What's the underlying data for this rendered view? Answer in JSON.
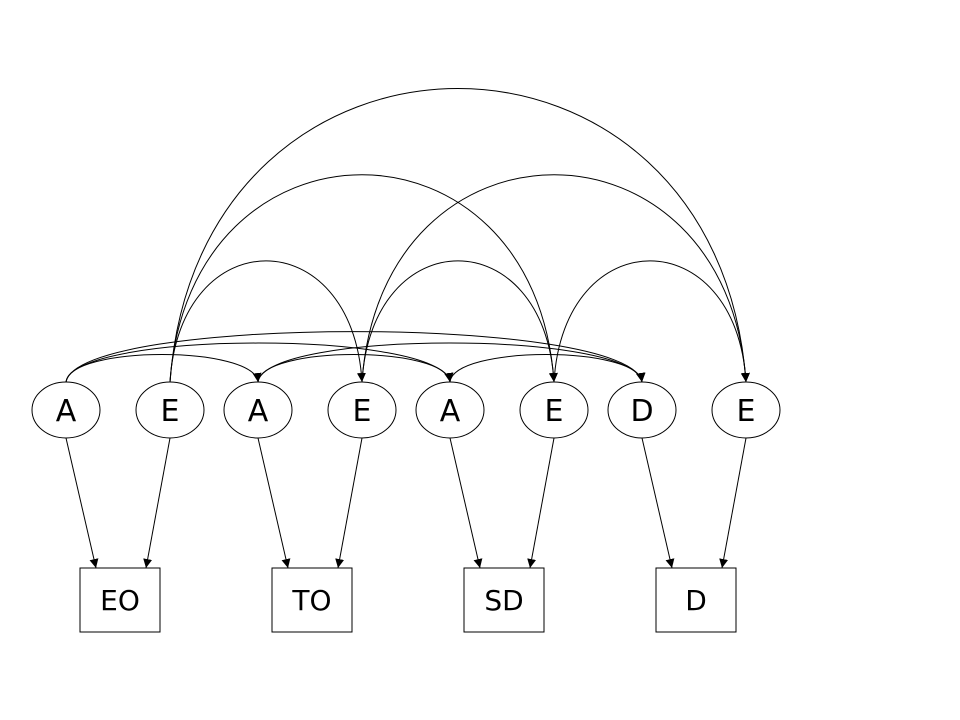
{
  "diagram": {
    "nodes": [
      {
        "id": "n1",
        "label": "A"
      },
      {
        "id": "n2",
        "label": "E"
      },
      {
        "id": "n3",
        "label": "A"
      },
      {
        "id": "n4",
        "label": "E"
      },
      {
        "id": "n5",
        "label": "A"
      },
      {
        "id": "n6",
        "label": "E"
      },
      {
        "id": "n7",
        "label": "D"
      },
      {
        "id": "n8",
        "label": "E"
      }
    ],
    "boxes": [
      {
        "id": "b1",
        "label": "EO"
      },
      {
        "id": "b2",
        "label": "TO"
      },
      {
        "id": "b3",
        "label": "SD"
      },
      {
        "id": "b4",
        "label": "D"
      }
    ],
    "links": [
      {
        "from": "n1",
        "to": "b1"
      },
      {
        "from": "n2",
        "to": "b1"
      },
      {
        "from": "n3",
        "to": "b2"
      },
      {
        "from": "n4",
        "to": "b2"
      },
      {
        "from": "n5",
        "to": "b3"
      },
      {
        "from": "n6",
        "to": "b3"
      },
      {
        "from": "n7",
        "to": "b4"
      },
      {
        "from": "n8",
        "to": "b4"
      }
    ],
    "arcs": [
      {
        "from": "n2",
        "to": "n8"
      },
      {
        "from": "n2",
        "to": "n6"
      },
      {
        "from": "n2",
        "to": "n4"
      },
      {
        "from": "n4",
        "to": "n8"
      },
      {
        "from": "n4",
        "to": "n6"
      },
      {
        "from": "n6",
        "to": "n8"
      },
      {
        "from": "n1",
        "to": "n7"
      },
      {
        "from": "n1",
        "to": "n5"
      },
      {
        "from": "n1",
        "to": "n3"
      },
      {
        "from": "n3",
        "to": "n7"
      },
      {
        "from": "n3",
        "to": "n5"
      },
      {
        "from": "n5",
        "to": "n7"
      }
    ]
  }
}
